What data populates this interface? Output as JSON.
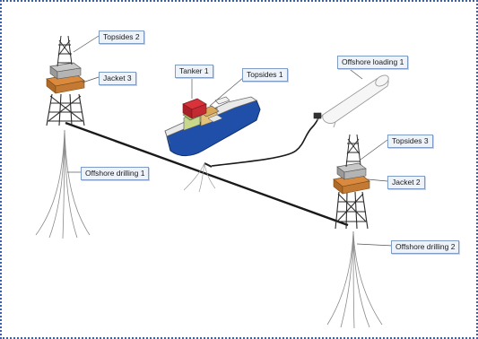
{
  "labels": {
    "topsides_2": "Topsides 2",
    "jacket_3": "Jacket 3",
    "tanker_1": "Tanker 1",
    "topsides_1": "Topsides 1",
    "offshore_loading_1": "Offshore loading 1",
    "topsides_3": "Topsides 3",
    "jacket_2": "Jacket 2",
    "offshore_drilling_1": "Offshore drilling 1",
    "offshore_drilling_2": "Offshore drilling 2"
  },
  "colors": {
    "frame_border": "#3a5fb0",
    "label_fill": "#eef3fa",
    "label_border": "#7f9cc4",
    "ship_hull_blue": "#1f4fa8",
    "jacket_orange": "#d98a3e",
    "pipeline": "#1a1a1a"
  }
}
